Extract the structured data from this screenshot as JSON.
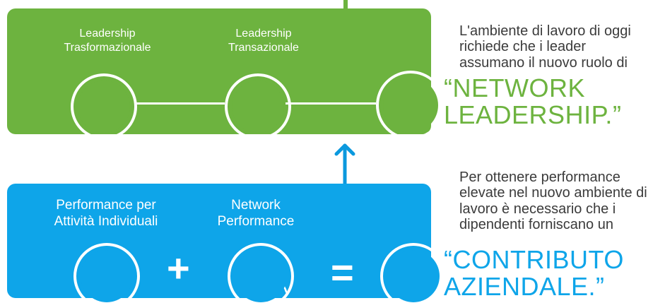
{
  "labels": {
    "transformational": "Leadership\nTrasformazionale",
    "transactional": "Leadership\nTransazionale",
    "individual": "Performance per\nAttività Individuali",
    "network": "Network\nPerformance"
  },
  "operators": {
    "plus": "+",
    "equals": "="
  },
  "right": {
    "top_text": "L'ambiente di lavoro di oggi richiede che i leader assumano il nuovo ruolo di",
    "top_quote": "“NETWORK LEADERSHIP.”",
    "bottom_text": "Per ottenere performance elevate nel nuovo ambiente di lavoro è necessario che i dipendenti forniscano un",
    "bottom_quote": "“CONTRIBUTO AZIENDALE.”"
  },
  "icons": {
    "transformational": "refresh-arrows-icon",
    "transactional": "gears-icon",
    "network": "network-people-icon",
    "individual": "single-user-icon",
    "network_perf": "two-users-icon",
    "company": "building-icon",
    "up_arrow": "up-arrow-icon"
  },
  "colors": {
    "green": "#6DB33F",
    "blue": "#0EA5E9",
    "text": "#3b3b3b"
  }
}
